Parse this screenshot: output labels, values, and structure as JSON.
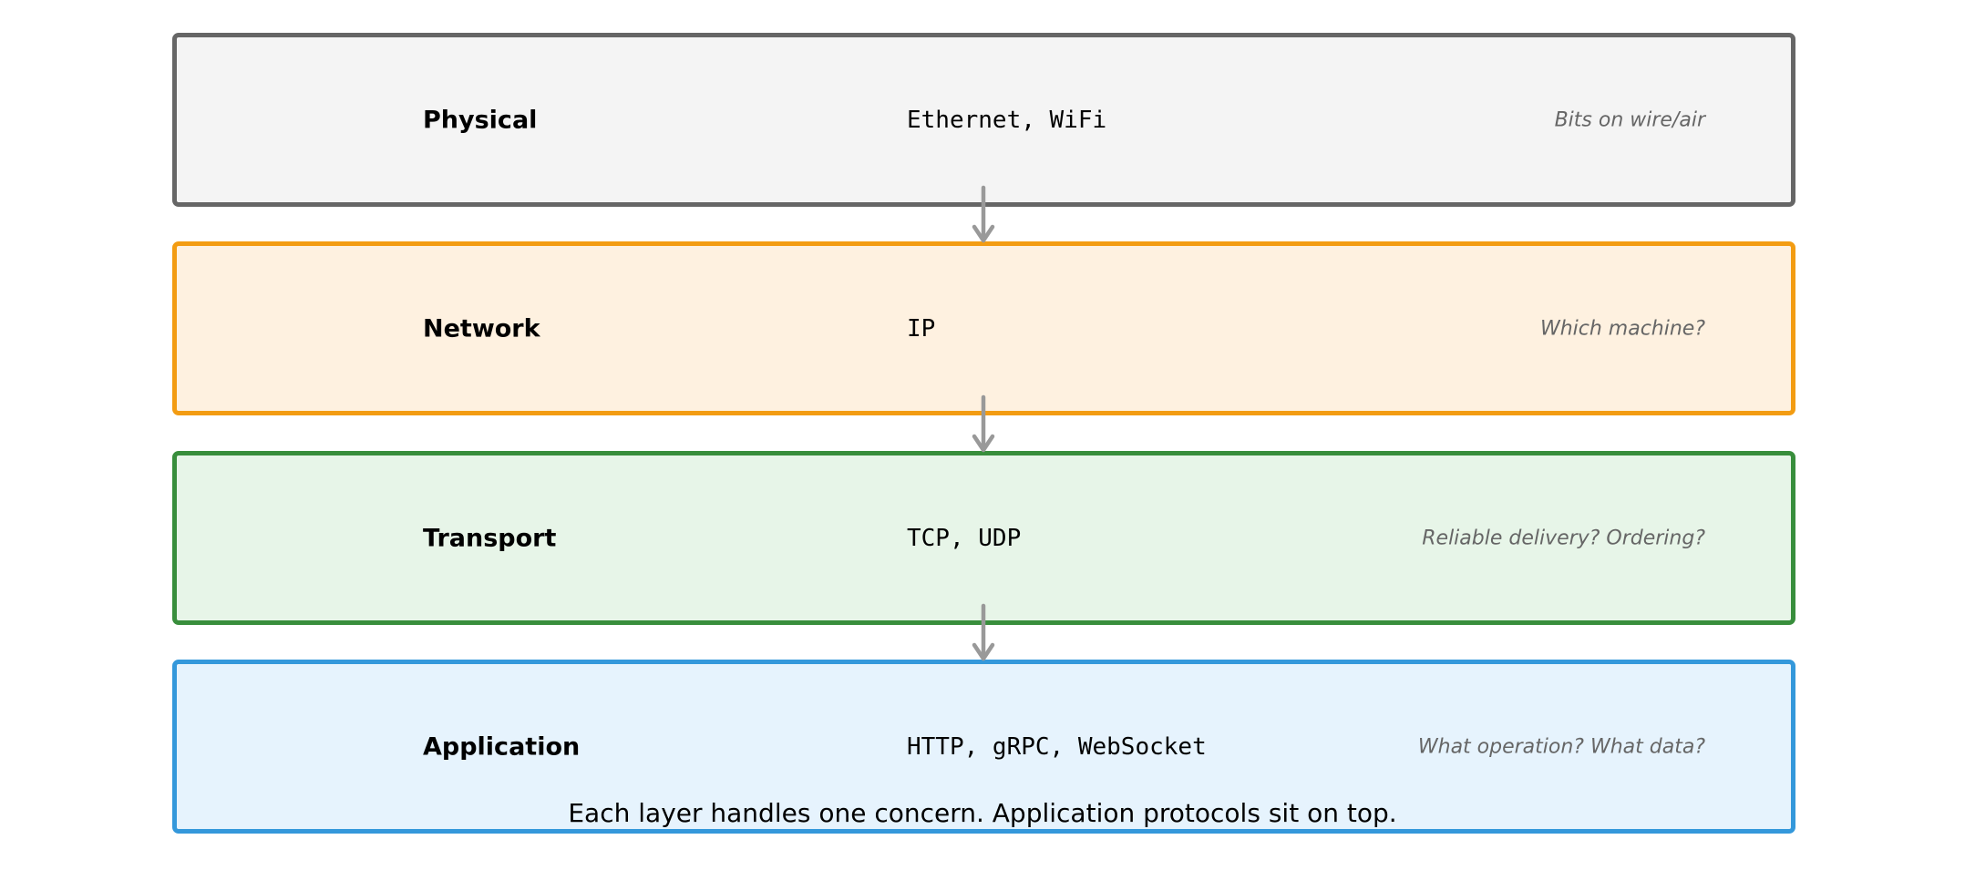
{
  "layers": [
    {
      "name": "Physical",
      "protocols": "Ethernet, WiFi",
      "question": "Bits on wire/air",
      "border_color": "#666666",
      "fill_color": "#f4f4f4"
    },
    {
      "name": "Network",
      "protocols": "IP",
      "question": "Which machine?",
      "border_color": "#f39c12",
      "fill_color": "#fef1e0"
    },
    {
      "name": "Transport",
      "protocols": "TCP, UDP",
      "question": "Reliable delivery? Ordering?",
      "border_color": "#388e3c",
      "fill_color": "#e7f5e8"
    },
    {
      "name": "Application",
      "protocols": "HTTP, gRPC, WebSocket",
      "question": "What operation? What data?",
      "border_color": "#3498db",
      "fill_color": "#e6f3fd"
    }
  ],
  "arrow_color": "#999999",
  "caption": "Each layer handles one concern. Application protocols sit on top."
}
